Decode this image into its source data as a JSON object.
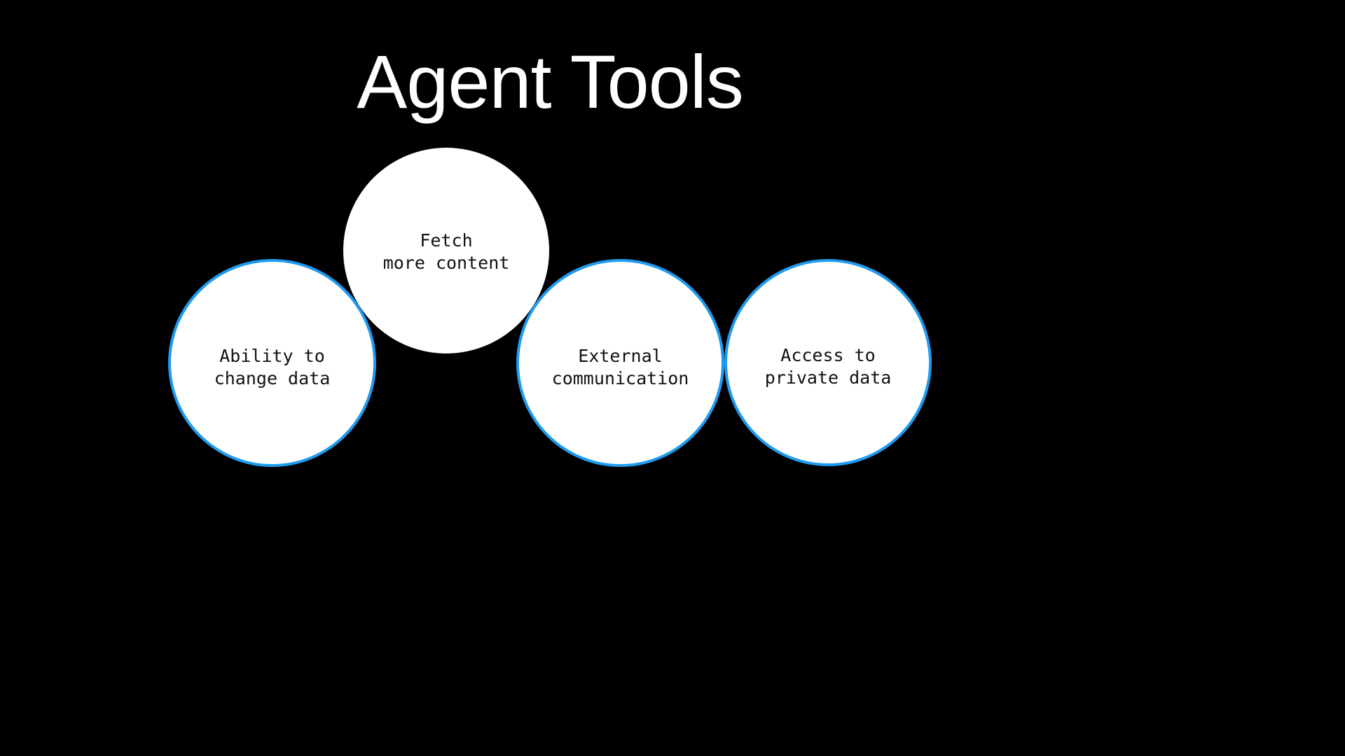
{
  "slide": {
    "title": "Agent Tools",
    "background_color": "#000000",
    "title_color": "#ffffff",
    "accent_color": "#1e9bf0",
    "node_fill_color": "#ffffff",
    "node_text_color": "#111111"
  },
  "nodes": [
    {
      "id": "change-data",
      "label": "Ability to\nchange data",
      "line1": "Ability to",
      "line2": "change data",
      "bordered": true
    },
    {
      "id": "fetch-content",
      "label": "Fetch\nmore content",
      "line1": "Fetch",
      "line2": "more content",
      "bordered": false
    },
    {
      "id": "external-comm",
      "label": "External\ncommunication",
      "line1": "External",
      "line2": "communication",
      "bordered": true
    },
    {
      "id": "private-data",
      "label": "Access to\nprivate data",
      "line1": "Access to",
      "line2": "private data",
      "bordered": true
    }
  ]
}
